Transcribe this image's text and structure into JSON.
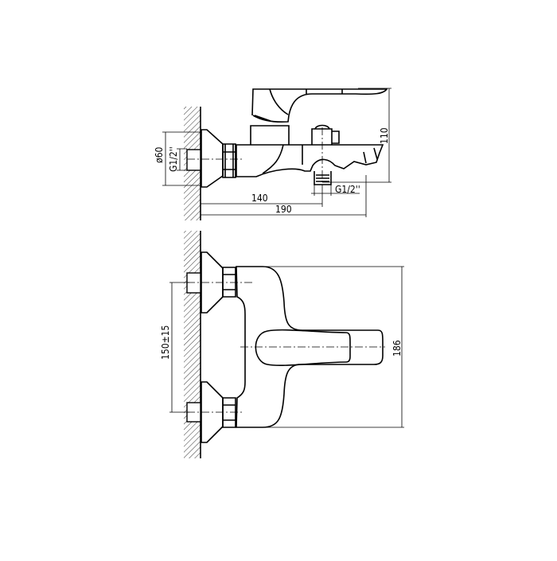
{
  "drawing": {
    "side_view": {
      "flange_diameter": "ø60",
      "inlet_thread": "G1/2''",
      "outlet_thread": "G1/2''",
      "dim_outlet_distance": "140",
      "dim_total_depth": "190",
      "dim_height": "110"
    },
    "front_view": {
      "dim_inlet_spacing": "150±15",
      "dim_width": "186"
    }
  }
}
